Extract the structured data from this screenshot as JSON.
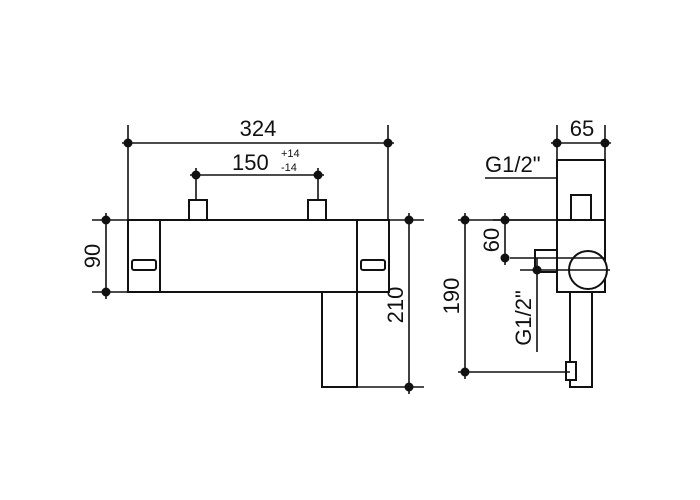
{
  "front_view": {
    "width_label": "324",
    "inlet_spacing_label": "150",
    "inlet_tol_plus": "+14",
    "inlet_tol_minus": "-14",
    "height_label": "90",
    "outlet_height_label": "210"
  },
  "side_view": {
    "depth_label": "65",
    "inlet_thread_label": "G1/2\"",
    "inlet_height_label": "60",
    "outlet_thread_label": "G1/2\"",
    "outlet_height_label": "190"
  },
  "colors": {
    "ink": "#111111",
    "paper": "#ffffff"
  }
}
